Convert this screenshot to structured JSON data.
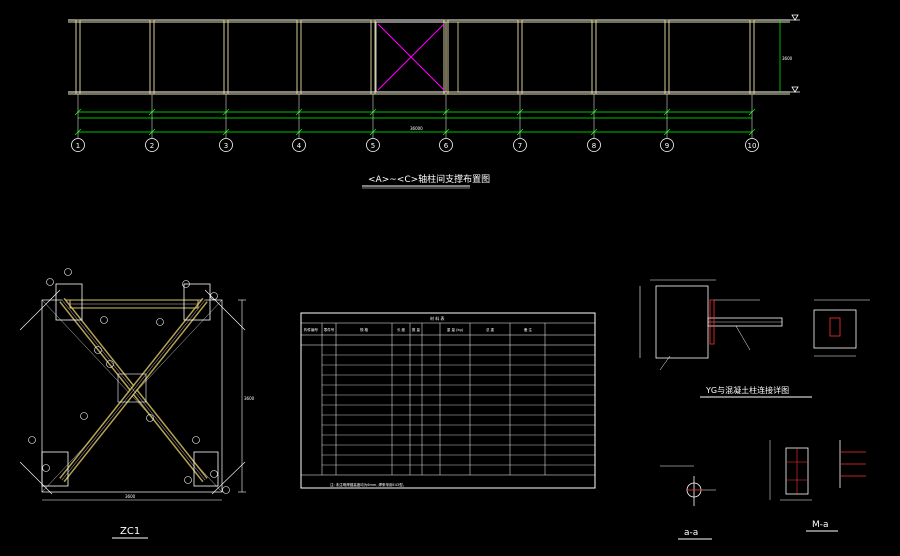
{
  "colors": {
    "background": "#000000",
    "grid_axis": "#ffffff",
    "column": "#e8e0a8",
    "dimension": "#00ff00",
    "bracing": "#ff00ff",
    "label": "#ffffff",
    "leader": "#ff3030",
    "steel_member": "#d8c060"
  },
  "elevation": {
    "title": "<A>~<C>轴柱间支撑布置图",
    "axis_labels": [
      "1",
      "2",
      "3",
      "4",
      "5",
      "6",
      "7",
      "8",
      "9",
      "10"
    ]
  },
  "detail_zc1": {
    "title": "ZC1"
  },
  "detail_yg": {
    "title": "YG与混凝土柱连接详图"
  },
  "detail_section": {
    "title": "a-a"
  },
  "detail_m": {
    "title": "M-a"
  },
  "material_table": {
    "title": "材 料 表",
    "headers": [
      "构件编号",
      "零件号",
      "规 格",
      "长 度",
      "数 量",
      "重 量 (kg)",
      "总 重",
      "备 注"
    ],
    "note": "注: 未注明焊缝高度均为6mm, 焊条采用E43型。"
  }
}
